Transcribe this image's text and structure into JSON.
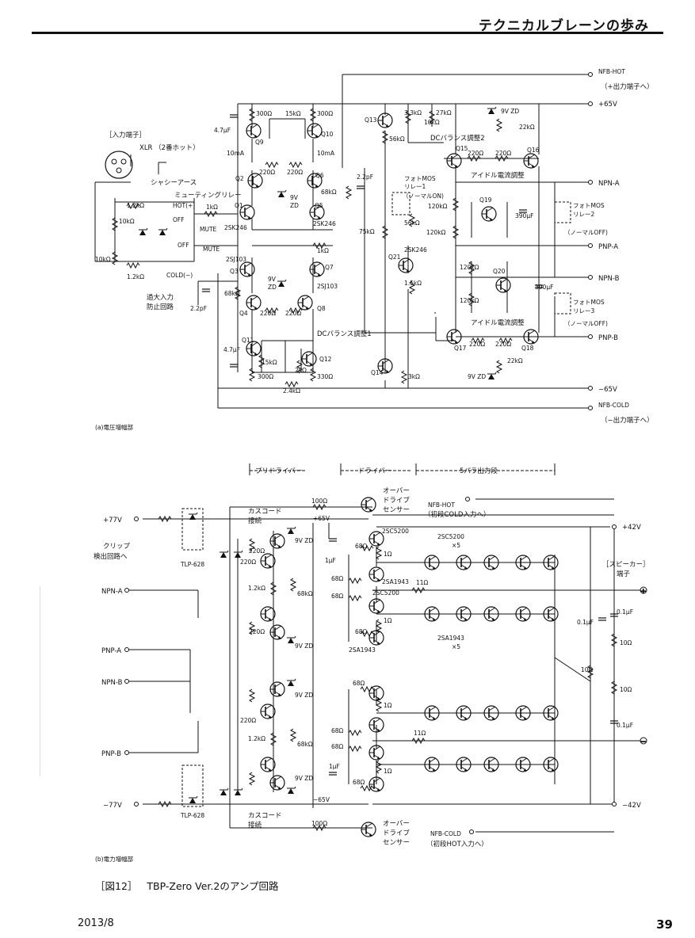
{
  "header": {
    "title": "テクニカルブレーンの歩み"
  },
  "circuit_a": {
    "section_label": "(a)電圧増幅部",
    "input_terminal": "［入力端子］",
    "xlr": "XLR （2番ホット）",
    "chassis_earth": "シャシーアース",
    "muting_relay": "ミューティングリレー",
    "hot": "HOT(+)",
    "cold": "COLD(−)",
    "off1": "OFF",
    "mute1": "MUTE",
    "off2": "OFF",
    "mute2": "MUTE",
    "overinput": [
      "過大入力",
      "防止回路"
    ],
    "nfb_hot": "NFB-HOT",
    "nfb_hot_sub": "（+出力端子へ）",
    "plus65": "+65V",
    "minus65": "−65V",
    "nfb_cold": "NFB-COLD",
    "nfb_cold_sub": "（−出力端子へ）",
    "npn_a": "NPN-A",
    "pnp_a": "PNP-A",
    "npn_b": "NPN-B",
    "pnp_b": "PNP-B",
    "dc_balance2": "DCバランス調整2",
    "dc_balance1": "DCバランス調整1",
    "idle_adj1": "アイドル電流調整",
    "idle_adj2": "アイドル電流調整",
    "photomos1": [
      "フォトMOS",
      "リレー1",
      "（ノーマルON)"
    ],
    "photomos2": [
      "フォトMOS",
      "リレー2",
      "（ノーマルOFF)"
    ],
    "photomos3": [
      "フォトMOS",
      "リレー3",
      "（ノーマルOFF)"
    ],
    "transistors": [
      "Q1",
      "Q2",
      "Q3",
      "Q4",
      "Q5",
      "Q6",
      "Q7",
      "Q8",
      "Q9",
      "Q10",
      "Q11",
      "Q12",
      "Q13",
      "Q14",
      "Q15",
      "Q16",
      "Q17",
      "Q18",
      "Q19",
      "Q20",
      "Q21"
    ],
    "parts": [
      "2SK246",
      "2SK246",
      "2SJ103",
      "2SJ103",
      "2SK246",
      "300Ω",
      "15kΩ",
      "300Ω",
      "3.3kΩ",
      "27kΩ",
      "10kΩ",
      "9V ZD",
      "22kΩ",
      "4.7μF",
      "10mA",
      "10mA",
      "220Ω",
      "220Ω",
      "68kΩ",
      "2.2pF",
      "56kΩ",
      "220Ω",
      "220Ω",
      "120kΩ",
      "120kΩ",
      "390μF",
      "1.2kΩ",
      "10kΩ",
      "10kΩ",
      "1.2kΩ",
      "1kΩ",
      "1kΩ",
      "75kΩ",
      "56kΩ",
      "1.5kΩ",
      "68kΩ",
      "2.2pF",
      "220Ω",
      "220Ω",
      "120kΩ",
      "120kΩ",
      "390μF",
      "4.7μF",
      "15kΩ",
      "2kΩ",
      "300Ω",
      "330Ω",
      "2.4kΩ",
      "3kΩ",
      "220Ω",
      "220Ω",
      "22kΩ",
      "9V ZD",
      "9V",
      "ZD",
      "9V",
      "ZD"
    ]
  },
  "circuit_b": {
    "section_label": "(b)電力増幅部",
    "predriver": "プリドライバー",
    "driver": "ドライバー",
    "output_stage": "5パラ出力段",
    "plus77": "+77V",
    "minus77": "−77V",
    "clip": [
      "クリップ",
      "検出回路へ"
    ],
    "npn_a": "NPN-A",
    "pnp_a": "PNP-A",
    "npn_b": "NPN-B",
    "pnp_b": "PNP-B",
    "tlp1": "TLP-628",
    "tlp2": "TLP-628",
    "cascode1": [
      "カスコード",
      "接続"
    ],
    "cascode2": [
      "カスコード",
      "接続"
    ],
    "overdrive1": [
      "オーバー",
      "ドライブ",
      "センサー"
    ],
    "overdrive2": [
      "オーバー",
      "ドライブ",
      "センサー"
    ],
    "nfb_hot": "NFB-HOT",
    "nfb_hot_sub": "（初段COLD入力へ）",
    "nfb_cold": "NFB-COLD",
    "nfb_cold_sub": "（初段HOT入力へ）",
    "plus42": "+42V",
    "minus42": "−42V",
    "plus65": "+65V",
    "minus65": "−65V",
    "speaker": [
      "［スピーカー］",
      "端子"
    ],
    "c2sc5200": "2SC5200",
    "c2sc5200x5": [
      "2SC5200",
      "×5"
    ],
    "c2sa1943": "2SA1943",
    "c2sc5200b": "2SC5200",
    "c2sa1943b": "2SA1943",
    "c2sa1943x5": [
      "2SA1943",
      "×5"
    ],
    "parts": [
      "100Ω",
      "100Ω",
      "220Ω",
      "220Ω",
      "220Ω",
      "220Ω",
      "1.2kΩ",
      "1.2kΩ",
      "68kΩ",
      "68kΩ",
      "9V ZD",
      "9V ZD",
      "9V ZD",
      "9V ZD",
      "68Ω",
      "68Ω",
      "68Ω",
      "68Ω",
      "68Ω",
      "68Ω",
      "68Ω",
      "68Ω",
      "1Ω",
      "1Ω",
      "1Ω",
      "1Ω",
      "11Ω",
      "11Ω",
      "1μF",
      "1μF",
      "0.1μF",
      "0.1μF",
      "0.1μF",
      "10Ω",
      "10Ω",
      "10Ω"
    ]
  },
  "figure_caption": {
    "num": "［図12］",
    "text": "TBP-Zero Ver.2のアンプ回路"
  },
  "footer": {
    "date": "2013/8",
    "page": "39"
  }
}
